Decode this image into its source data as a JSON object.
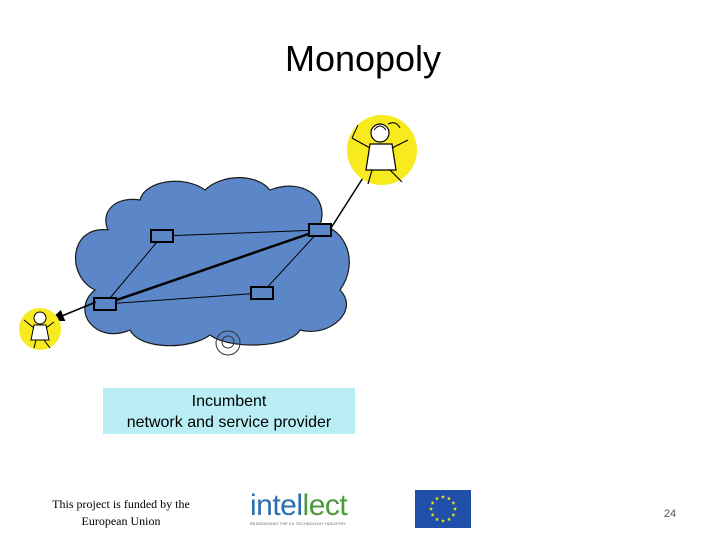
{
  "slide": {
    "title": "Monopoly",
    "caption_line1": "Incumbent",
    "caption_line2": "network and service provider",
    "funded_line1": "This project is funded by the",
    "funded_line2": "European Union",
    "logo_text_blue": "intel",
    "logo_text_green": "lect",
    "logo_tagline": "REDESIGNING THE EU TECHNOLOGY INDUSTRY",
    "page_number": "24"
  },
  "icons": {
    "cloud": "network-cloud-icon",
    "node": "network-node-icon",
    "provider": "provider-figure-icon",
    "customer": "customer-figure-icon",
    "eu": "eu-flag-icon"
  },
  "colors": {
    "cloud_fill": "#5b87c9",
    "cloud_stroke": "#1a1a1a",
    "caption_bg": "#b9eef5",
    "figure_circle": "#f7ea1f",
    "eu_blue": "#1f4fa8",
    "eu_star": "#f7e11a"
  }
}
